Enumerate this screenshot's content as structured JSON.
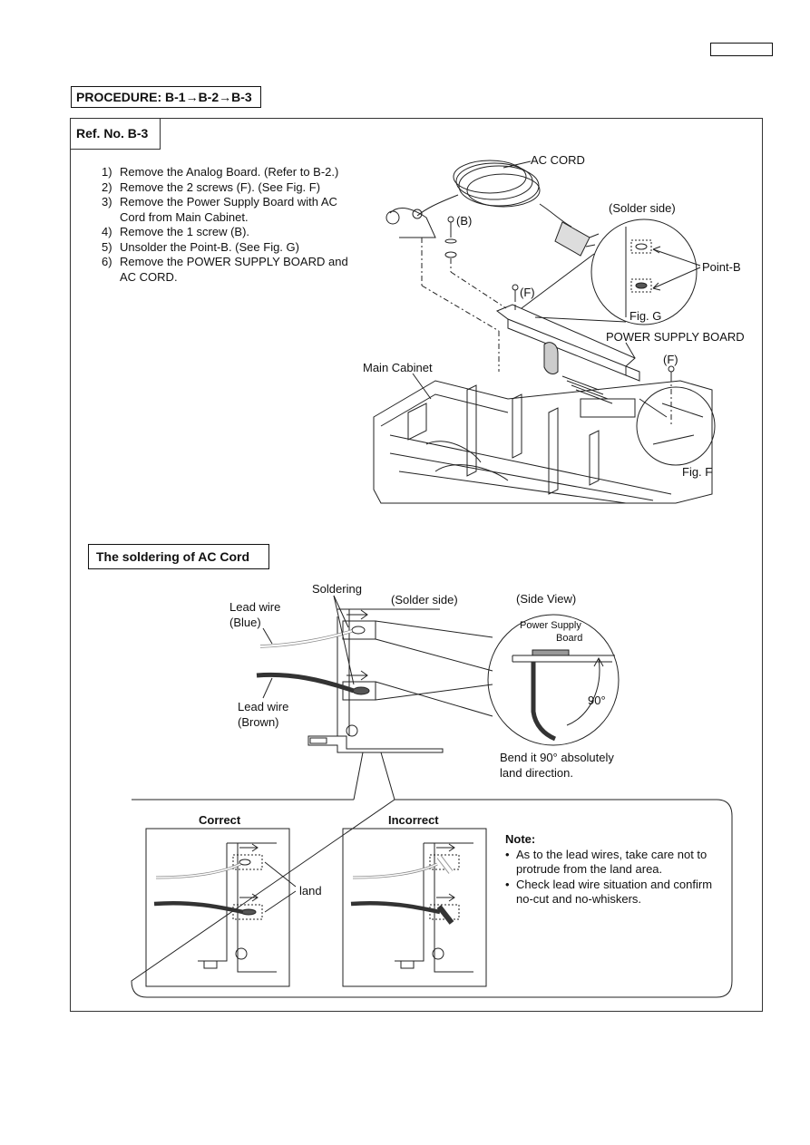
{
  "procedure": {
    "label": "PROCEDURE:  B-1→B-2→B-3"
  },
  "ref": {
    "label": "Ref. No.  B-3"
  },
  "steps": [
    {
      "num": "1)",
      "text": "Remove the Analog Board. (Refer to B-2.)"
    },
    {
      "num": "2)",
      "text": "Remove the 2 screws (F). (See Fig. F)"
    },
    {
      "num": "3)",
      "text": "Remove the Power Supply Board with AC Cord from Main Cabinet."
    },
    {
      "num": "4)",
      "text": "Remove the 1 screw (B)."
    },
    {
      "num": "5)",
      "text": "Unsolder the Point-B. (See Fig. G)"
    },
    {
      "num": "6)",
      "text": "Remove the POWER SUPPLY BOARD and AC CORD."
    }
  ],
  "diagram_top": {
    "ac_cord": "AC CORD",
    "solder_side": "(Solder side)",
    "screw_b": "(B)",
    "screw_f1": "(F)",
    "screw_f2": "(F)",
    "point_b": "Point-B",
    "fig_g": "Fig. G",
    "power_supply_board": "POWER SUPPLY BOARD",
    "main_cabinet": "Main Cabinet",
    "fig_f": "Fig. F"
  },
  "soldering": {
    "title": "The soldering of AC Cord",
    "soldering_label": "Soldering",
    "solder_side": "(Solder side)",
    "side_view": "(Side View)",
    "lead_blue_1": "Lead wire",
    "lead_blue_2": "(Blue)",
    "lead_brown_1": "Lead wire",
    "lead_brown_2": "(Brown)",
    "psb_1": "Power Supply",
    "psb_2": "Board",
    "angle": "90°",
    "bend_1": "Bend it 90°  absolutely",
    "bend_2": "land direction."
  },
  "detail": {
    "correct": "Correct",
    "incorrect": "Incorrect",
    "land": "land",
    "note_title": "Note:",
    "notes": [
      "As to the lead wires, take care not to protrude from the land area.",
      "Check lead wire situation and confirm no-cut and no-whiskers."
    ]
  }
}
